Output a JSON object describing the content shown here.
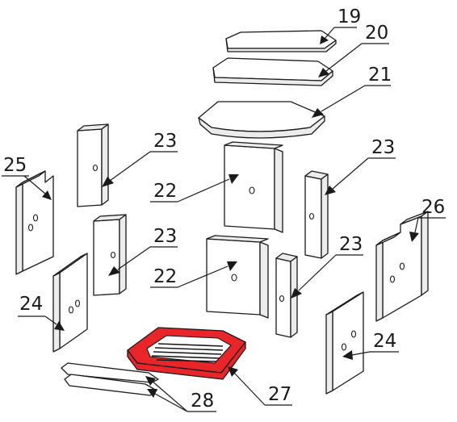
{
  "labels": {
    "p19": "19",
    "p20": "20",
    "p21": "21",
    "p22a": "22",
    "p22b": "22",
    "p23a": "23",
    "p23b": "23",
    "p23c": "23",
    "p23d": "23",
    "p24a": "24",
    "p24b": "24",
    "p25": "25",
    "p26": "26",
    "p27": "27",
    "p28": "28"
  },
  "colors": {
    "highlight": "#e8262a",
    "line": "#1a1a1a",
    "background": "#ffffff"
  }
}
